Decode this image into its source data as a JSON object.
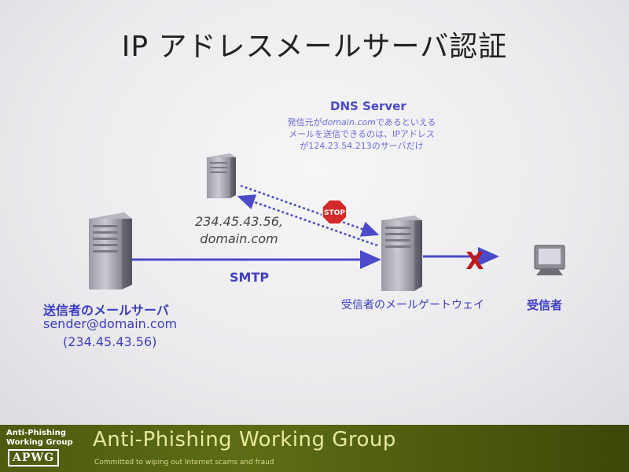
{
  "title": "IP アドレスメールサーバ認証",
  "dns": {
    "title": "DNS Server",
    "note_lines": [
      "発信元がdomain.comであるといえる",
      "メールを送信できるのは、IPアドレス",
      "が124.23.54.213のサーバだけ"
    ],
    "record_ip": "234.45.43.56,",
    "record_domain": "domain.com"
  },
  "stop_label": "STOP",
  "smtp_label": "SMTP",
  "sender": {
    "name": "送信者のメールサーバ",
    "email": "sender@domain.com",
    "ip": "(234.45.43.56)"
  },
  "gateway_label": "受信者のメールゲートウェイ",
  "receiver_label": "受信者",
  "reject_mark": "X",
  "colors": {
    "arrow": "#4a4acb",
    "stop": "#d42a2a",
    "x_mark": "#c01818",
    "text_blue": "#3c3cc4",
    "footer": "#5d6d14"
  },
  "icons": [
    "server-icon",
    "monitor-icon",
    "stop-sign-icon"
  ],
  "footer": {
    "small_line1": "Anti-Phishing",
    "small_line2": "Working Group",
    "logo": "APWG",
    "title": "Anti-Phishing Working Group",
    "tagline": "Committed to wiping out Internet scams and fraud"
  }
}
